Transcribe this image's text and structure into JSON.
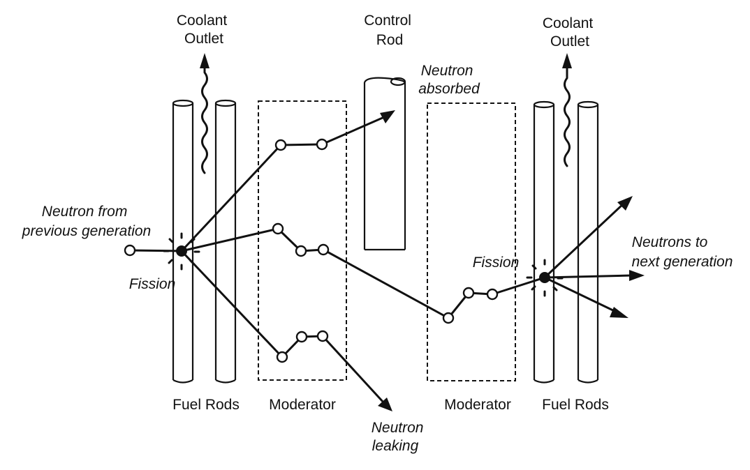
{
  "labels": {
    "coolant_outlet_left": [
      "Coolant",
      "Outlet"
    ],
    "control_rod": [
      "Control",
      "Rod"
    ],
    "coolant_outlet_right": [
      "Coolant",
      "Outlet"
    ],
    "neutron_absorbed": [
      "Neutron",
      "absorbed"
    ],
    "neutron_previous": [
      "Neutron from",
      "previous generation"
    ],
    "fission_left": "Fission",
    "fission_right": "Fission",
    "neutrons_next": [
      "Neutrons to",
      "next generation"
    ],
    "fuel_rods_left": "Fuel Rods",
    "moderator_left": "Moderator",
    "moderator_right": "Moderator",
    "fuel_rods_right": "Fuel Rods",
    "neutron_leaking": [
      "Neutron",
      "leaking"
    ]
  }
}
